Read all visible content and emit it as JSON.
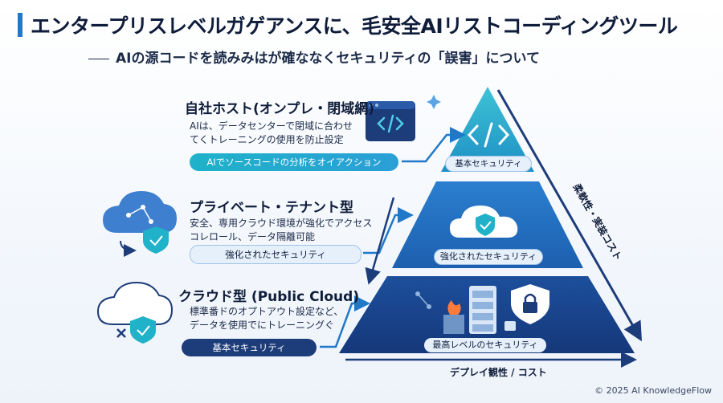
{
  "title": "エンタープリスレベルガゲアンスに、毛安全AIリストコーディングツール",
  "subtitle": "AIの源コードを読みみはが確ななくセキュリティの「誤害」について",
  "sections": [
    {
      "title": "自社ホスト(オンプレ・閉域網)",
      "desc": [
        "AIは、データセンターで閉域に合わせ",
        "てくトレーニングの使用を防止設定"
      ],
      "pill": "AIでソースコードの分析をオイアクション",
      "icon": "code-window-icon"
    },
    {
      "title": "プライベート・テナント型",
      "desc": [
        "安全、専用クラウド環境が強化でアクセス",
        "コレロール、データ隔離可能"
      ],
      "pill": "強化されたセキュリティ",
      "icon": "cloud-shield-icon"
    },
    {
      "title": "クラウド型 (Public Cloud)",
      "desc": [
        "標準番ドのオプトアウト設定など、",
        "データを使用でにトレーニングぐ"
      ],
      "pill": "基本セキュリティ",
      "icon": "cloud-shield-icon"
    }
  ],
  "pyramid": {
    "top_label": "基本セキュリティ",
    "middle_label": "強化されたセキュリティ",
    "bottom_label": "最高レベルのセキュリティ"
  },
  "side_label": "柔軟性・実装コスト",
  "bottom_axis_label": "デプレイ観性 / コスト",
  "footer": "© 2025 AI KnowledgeFlow",
  "colors": {
    "accent": "#1f78c8",
    "navy": "#1d3c7a",
    "cyan": "#1fb2c9"
  }
}
